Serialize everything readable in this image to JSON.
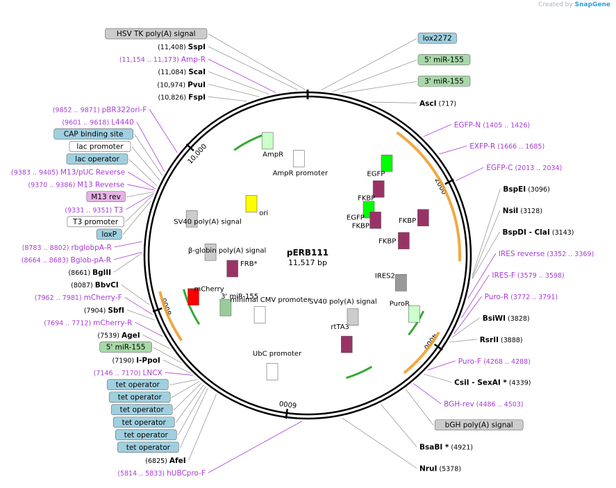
{
  "credit": {
    "prefix": "Created by",
    "brand": "SnapGene"
  },
  "plasmid": {
    "name": "pERB111",
    "length_label": "11,517 bp",
    "length": 11517
  },
  "colors": {
    "backbone": "#000000",
    "enzyme_line": "#999999",
    "primer": "#a83ad6",
    "primer_text": "#a83ad6",
    "orange": "#f0a030",
    "green": "#33aa33",
    "box_gray": "#cccccc",
    "box_blue": "#9fd0e0",
    "box_green": "#a8d8a8",
    "box_purple": "#e5b3e5",
    "box_white": "#ffffff"
  },
  "ticks": [
    {
      "label": "2000",
      "pos": 2000
    },
    {
      "label": "4000",
      "pos": 4000
    },
    {
      "label": "6000",
      "pos": 6000
    },
    {
      "label": "8000",
      "pos": 8000
    },
    {
      "label": "10,000",
      "pos": 10000
    }
  ],
  "enzymes": [
    {
      "name": "SspI",
      "coord": "(11,408)",
      "pos": 11408,
      "side": "left",
      "anchor": "right"
    },
    {
      "name": "ScaI",
      "coord": "(11,084)",
      "pos": 11084,
      "side": "left",
      "anchor": "right"
    },
    {
      "name": "PvuI",
      "coord": "(10,974)",
      "pos": 10974,
      "side": "left",
      "anchor": "right"
    },
    {
      "name": "FspI",
      "coord": "(10,826)",
      "pos": 10826,
      "side": "left",
      "anchor": "right"
    },
    {
      "name": "AscI",
      "coord": "(717)",
      "pos": 717,
      "side": "right",
      "anchor": "left"
    },
    {
      "name": "BspEI",
      "coord": "(3096)",
      "pos": 3096,
      "side": "right",
      "anchor": "left"
    },
    {
      "name": "NsiI",
      "coord": "(3128)",
      "pos": 3128,
      "side": "right",
      "anchor": "left"
    },
    {
      "name": "BspDI - ClaI",
      "coord": "(3143)",
      "pos": 3143,
      "side": "right",
      "anchor": "left"
    },
    {
      "name": "BsiWI",
      "coord": "(3828)",
      "pos": 3828,
      "side": "right",
      "anchor": "left"
    },
    {
      "name": "RsrII",
      "coord": "(3888)",
      "pos": 3888,
      "side": "right",
      "anchor": "left"
    },
    {
      "name": "CsiI - SexAI *",
      "coord": "(4339)",
      "pos": 4339,
      "side": "right",
      "anchor": "left"
    },
    {
      "name": "BsaBI *",
      "coord": "(4921)",
      "pos": 4921,
      "side": "right",
      "anchor": "left"
    },
    {
      "name": "NruI",
      "coord": "(5378)",
      "pos": 5378,
      "side": "right",
      "anchor": "left"
    },
    {
      "name": "AfeI",
      "coord": "(6825)",
      "pos": 6825,
      "side": "left",
      "anchor": "right"
    },
    {
      "name": "I-PpoI",
      "coord": "(7190)",
      "pos": 7190,
      "side": "left",
      "anchor": "right"
    },
    {
      "name": "AgeI",
      "coord": "(7539)",
      "pos": 7539,
      "side": "left",
      "anchor": "right"
    },
    {
      "name": "SbfI",
      "coord": "(7904)",
      "pos": 7904,
      "side": "left",
      "anchor": "right"
    },
    {
      "name": "BbvCI",
      "coord": "(8087)",
      "pos": 8087,
      "side": "left",
      "anchor": "right"
    },
    {
      "name": "BglII",
      "coord": "(8661)",
      "pos": 8661,
      "side": "left",
      "anchor": "right"
    }
  ],
  "primers": [
    {
      "name": "Amp-R",
      "coord": "(11,154 .. 11,173)",
      "pos": 11163
    },
    {
      "name": "pBR322ori-F",
      "coord": "(9852 .. 9871)",
      "pos": 9861
    },
    {
      "name": "L4440",
      "coord": "(9601 .. 9618)",
      "pos": 9609
    },
    {
      "name": "M13/pUC Reverse",
      "coord": "(9383 .. 9405)",
      "pos": 9394
    },
    {
      "name": "M13 Reverse",
      "coord": "(9370 .. 9386)",
      "pos": 9378
    },
    {
      "name": "T3",
      "coord": "(9331 .. 9351)",
      "pos": 9341
    },
    {
      "name": "rbglobpA-R",
      "coord": "(8783 .. 8802)",
      "pos": 8792
    },
    {
      "name": "Bglob-pA-R",
      "coord": "(8664 .. 8683)",
      "pos": 8673
    },
    {
      "name": "mCherry-F",
      "coord": "(7962 .. 7981)",
      "pos": 7971
    },
    {
      "name": "mCherry-R",
      "coord": "(7694 .. 7712)",
      "pos": 7703
    },
    {
      "name": "LNCX",
      "coord": "(7146 .. 7170)",
      "pos": 7158
    },
    {
      "name": "hUBCpro-F",
      "coord": "(5814 .. 5833)",
      "pos": 5823
    },
    {
      "name": "EGFP-N",
      "coord": "(1405 .. 1426)",
      "pos": 1415
    },
    {
      "name": "EXFP-R",
      "coord": "(1666 .. 1685)",
      "pos": 1675
    },
    {
      "name": "EGFP-C",
      "coord": "(2013 .. 2034)",
      "pos": 2023
    },
    {
      "name": "IRES reverse",
      "coord": "(3352 .. 3369)",
      "pos": 3360
    },
    {
      "name": "IRES-F",
      "coord": "(3579 .. 3598)",
      "pos": 3588
    },
    {
      "name": "Puro-R",
      "coord": "(3772 .. 3791)",
      "pos": 3781
    },
    {
      "name": "Puro-F",
      "coord": "(4268 .. 4288)",
      "pos": 4278
    },
    {
      "name": "BGH-rev",
      "coord": "(4486 .. 4503)",
      "pos": 4494
    }
  ],
  "boxed_labels": [
    {
      "name": "HSV TK poly(A) signal",
      "style": "box_gray",
      "pos": 11490
    },
    {
      "name": "lox2272",
      "style": "box_blue",
      "pos": 150
    },
    {
      "name": "5' miR-155",
      "style": "box_green",
      "pos": 280
    },
    {
      "name": "3' miR-155",
      "style": "box_green",
      "pos": 380
    },
    {
      "name": "CAP binding site",
      "style": "box_blue",
      "pos": 9560
    },
    {
      "name": "lac promoter",
      "style": "box_white",
      "pos": 9500
    },
    {
      "name": "lac operator",
      "style": "box_blue",
      "pos": 9430
    },
    {
      "name": "M13 rev",
      "style": "box_purple",
      "pos": 9360
    },
    {
      "name": "T3 promoter",
      "style": "box_white",
      "pos": 9320
    },
    {
      "name": "loxP",
      "style": "box_blue",
      "pos": 9250
    },
    {
      "name": "5' miR-155",
      "style": "box_green",
      "pos": 7350
    },
    {
      "name": "tet operator",
      "style": "box_blue",
      "pos": 7090
    },
    {
      "name": "tet operator",
      "style": "box_blue",
      "pos": 7060
    },
    {
      "name": "tet operator",
      "style": "box_blue",
      "pos": 7030
    },
    {
      "name": "tet operator",
      "style": "box_blue",
      "pos": 7000
    },
    {
      "name": "tet operator",
      "style": "box_blue",
      "pos": 6970
    },
    {
      "name": "tet operator",
      "style": "box_blue",
      "pos": 6940
    },
    {
      "name": "bGH poly(A) signal",
      "style": "box_gray",
      "pos": 4600
    }
  ],
  "features": [
    {
      "name": "AmpR",
      "pos": 10900,
      "color": "#ccffcc"
    },
    {
      "name": "AmpR promoter",
      "pos": 11350,
      "color": "#ffffff"
    },
    {
      "name": "ori",
      "pos": 10000,
      "color": "#ffff00"
    },
    {
      "name": "SV40 poly(A) signal",
      "pos": 9200,
      "color": "#cccccc"
    },
    {
      "name": "β-globin poly(A) signal",
      "pos": 8700,
      "color": "#cccccc"
    },
    {
      "name": "FRB*",
      "pos": 8320,
      "color": "#993366"
    },
    {
      "name": "mCherry",
      "pos": 8000,
      "color": "#ff0000"
    },
    {
      "name": "3' miR-155",
      "pos": 7600,
      "color": "#99cc99"
    },
    {
      "name": "minimal CMV promoter",
      "pos": 7000,
      "color": "#ffffff"
    },
    {
      "name": "UbC promoter",
      "pos": 6300,
      "color": "#ffffff"
    },
    {
      "name": "rtTA3",
      "pos": 5000,
      "color": "#993366"
    },
    {
      "name": "SV40 poly(A) signal",
      "pos": 4600,
      "color": "#cccccc"
    },
    {
      "name": "PuroR",
      "pos": 3800,
      "color": "#ccffcc"
    },
    {
      "name": "IRES2",
      "pos": 3400,
      "color": "#999999"
    },
    {
      "name": "EGFP",
      "pos": 1700,
      "color": "#00ff00"
    },
    {
      "name": "EGFP",
      "pos": 1300,
      "color": "#00ff00"
    },
    {
      "name": "FKBP",
      "pos": 1500,
      "color": "#993366"
    },
    {
      "name": "FKBP",
      "pos": 2000,
      "color": "#993366"
    },
    {
      "name": "FKBP",
      "pos": 2300,
      "color": "#993366"
    },
    {
      "name": "FKBP",
      "pos": 2600,
      "color": "#993366"
    }
  ]
}
